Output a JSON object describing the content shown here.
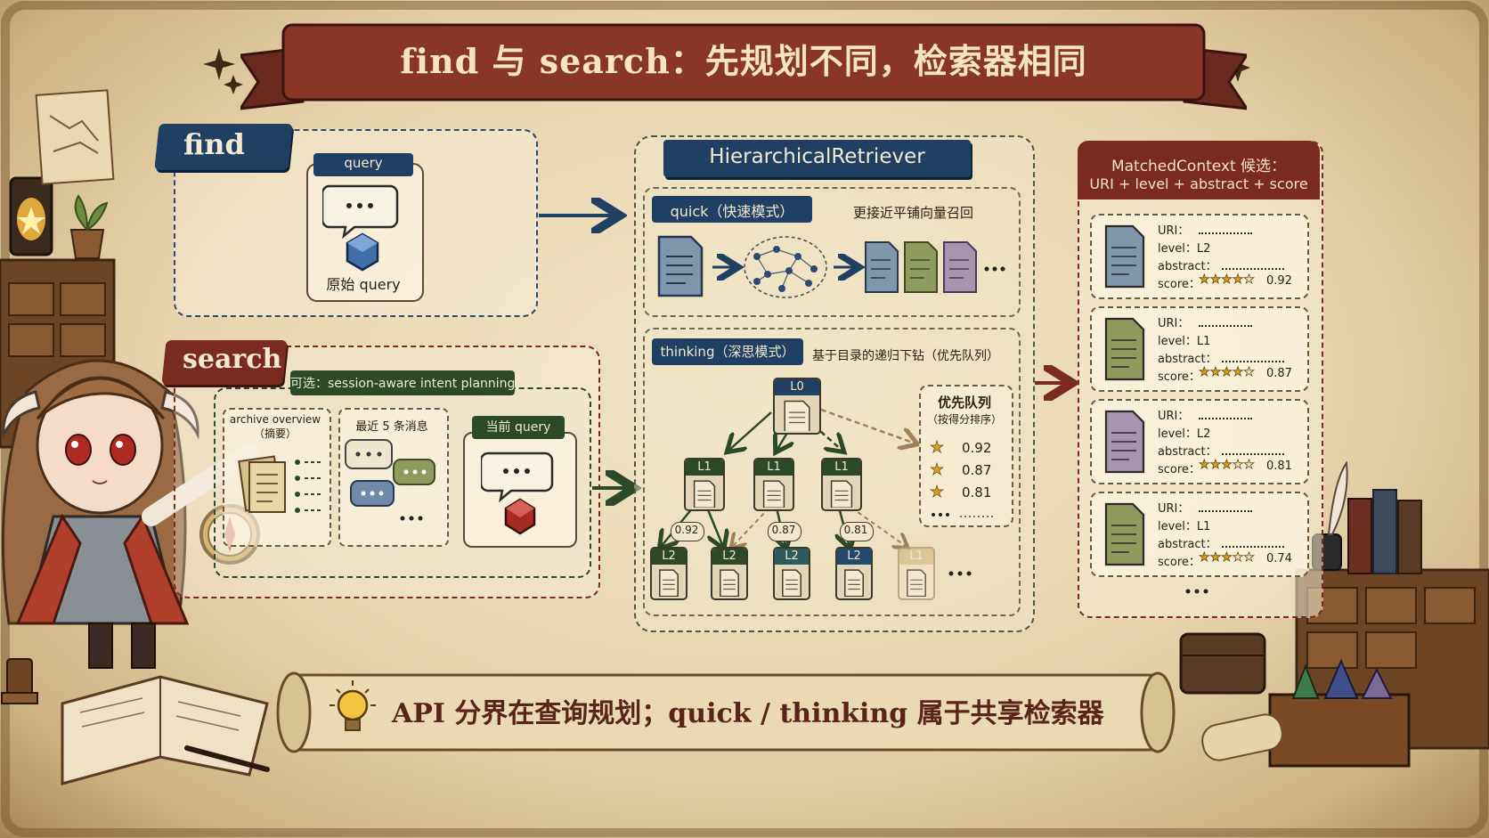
{
  "title": "find 与 search：先规划不同，检索器相同",
  "find": {
    "tag": "find",
    "query_label": "query",
    "original_query": "原始 query"
  },
  "search": {
    "tag": "search",
    "optional_plan": "可选：session-aware intent planning",
    "archive_overview": "archive overview\n（摘要）",
    "recent_messages": "最近 5 条消息",
    "current_query": "当前 query"
  },
  "retriever": {
    "title": "HierarchicalRetriever",
    "quick_tag": "quick（快速模式）",
    "quick_desc": "更接近平铺向量召回",
    "thinking_tag": "thinking（深思模式）",
    "thinking_desc": "基于目录的递归下钻（优先队列）",
    "tree": {
      "root": "L0",
      "level1": [
        "L1",
        "L1",
        "L1"
      ],
      "level2": [
        "L2",
        "L2",
        "L2",
        "L2",
        "L1"
      ],
      "edge_scores": [
        "0.92",
        "0.87",
        "0.81"
      ]
    },
    "priority_queue": {
      "title": "优先队列",
      "subtitle": "（按得分排序）",
      "items": [
        "0.92",
        "0.87",
        "0.81"
      ]
    }
  },
  "matched": {
    "title": "MatchedContext 候选：",
    "subtitle": "URI + level + abstract + score",
    "cards": [
      {
        "uri_label": "URI：",
        "level": "level：L2",
        "abstract_label": "abstract：",
        "score_label": "score：",
        "stars": 4,
        "score": "0.92",
        "color": "#7f97ad"
      },
      {
        "uri_label": "URI：",
        "level": "level：L1",
        "abstract_label": "abstract：",
        "score_label": "score：",
        "stars": 4,
        "score": "0.87",
        "color": "#8f9a5e"
      },
      {
        "uri_label": "URI：",
        "level": "level：L2",
        "abstract_label": "abstract：",
        "score_label": "score：",
        "stars": 3,
        "score": "0.81",
        "color": "#a795b0"
      },
      {
        "uri_label": "URI：",
        "level": "level：L1",
        "abstract_label": "abstract：",
        "score_label": "score：",
        "stars": 3,
        "score": "0.74",
        "color": "#8f9a5e"
      }
    ]
  },
  "footer": "API 分界在查询规划；quick / thinking 属于共享检索器",
  "colors": {
    "blue": "#1f3f63",
    "red": "#7a2a1e",
    "green": "#2d4a28",
    "parchment": "#efe2c1",
    "star": "#d9a11a"
  }
}
